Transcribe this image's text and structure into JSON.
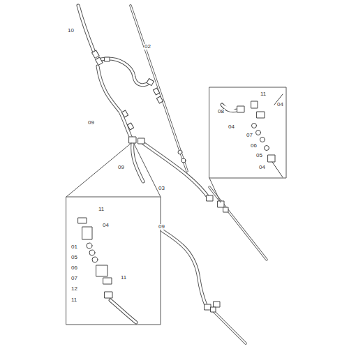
{
  "diagram": {
    "labels": [
      "10",
      "02",
      "09",
      "09",
      "03",
      "11",
      "08",
      "04",
      "04",
      "07",
      "06",
      "05",
      "04",
      "11",
      "04",
      "01",
      "05",
      "06",
      "07",
      "12",
      "11",
      "11",
      "09"
    ]
  }
}
